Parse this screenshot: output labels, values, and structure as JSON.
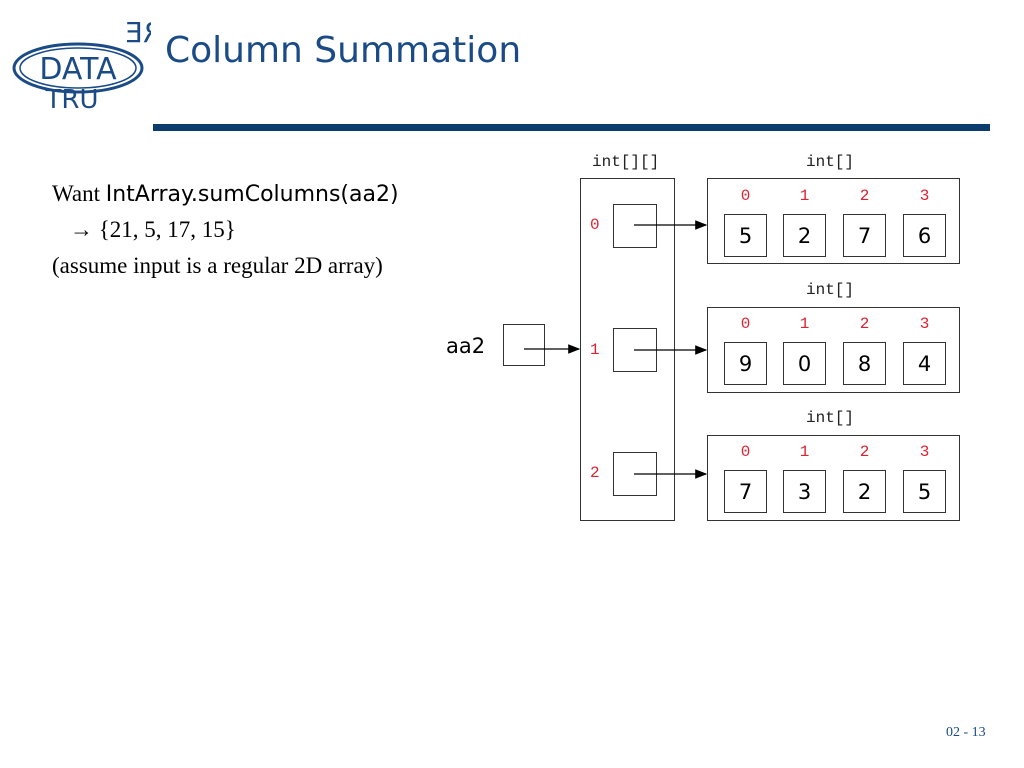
{
  "slide": {
    "title": "Column Summation",
    "footer": "02 - 13"
  },
  "logo": {
    "top_text": "URE",
    "middle_text": "DATA",
    "bottom_text": "TRU"
  },
  "body": {
    "line1_prefix": "Want ",
    "line1_code": "IntArray.sumColumns(aa2)",
    "line2": "→ {21, 5, 17, 15}",
    "line3": "(assume input is a regular 2D array)"
  },
  "diagram": {
    "variable_label": "aa2",
    "outer_type": "int[][]",
    "outer_indices": [
      "0",
      "1",
      "2"
    ],
    "inner_type": "int[]",
    "column_indices": [
      "0",
      "1",
      "2",
      "3"
    ],
    "rows": [
      [
        "5",
        "2",
        "7",
        "6"
      ],
      [
        "9",
        "0",
        "8",
        "4"
      ],
      [
        "7",
        "3",
        "2",
        "5"
      ]
    ],
    "colors": {
      "index": "#dd2222",
      "box": "#333333",
      "title": "#1a4b87",
      "rule": "#0d3d6e"
    }
  }
}
